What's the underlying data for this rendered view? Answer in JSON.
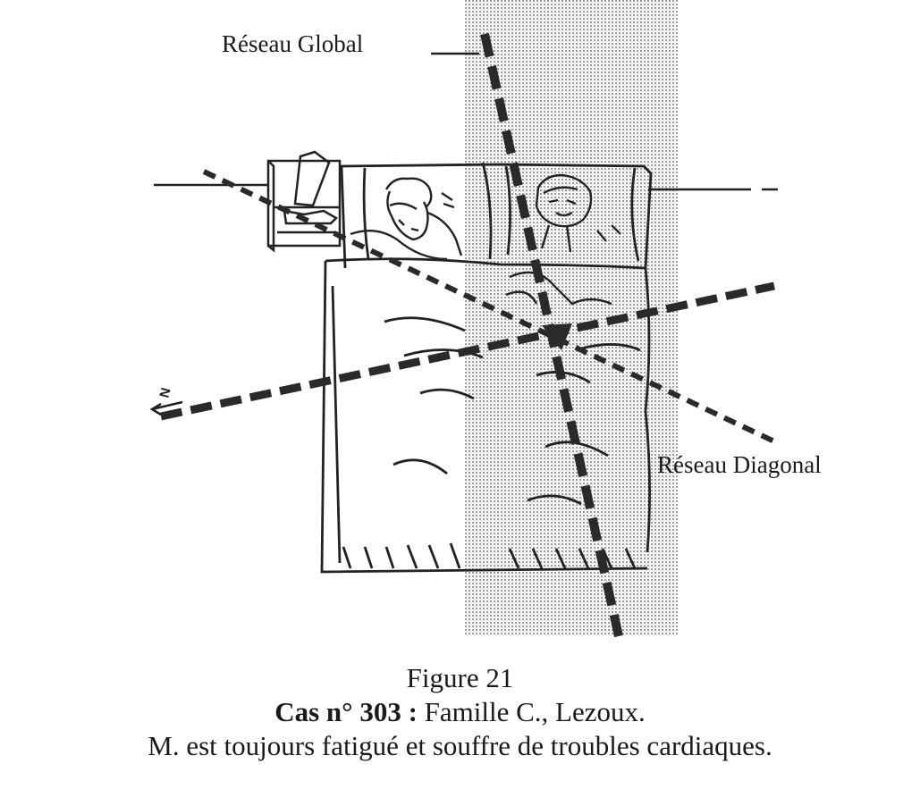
{
  "figure": {
    "label_global": "Réseau Global",
    "label_diagonal": "Réseau Diagonal",
    "north_marker": "N"
  },
  "caption": {
    "figure_number": "Figure 21",
    "case_bold": "Cas n° 303 :",
    "case_rest": " Famille C., Lezoux.",
    "description": "M. est toujours fatigué et souffre de troubles cardiaques."
  }
}
